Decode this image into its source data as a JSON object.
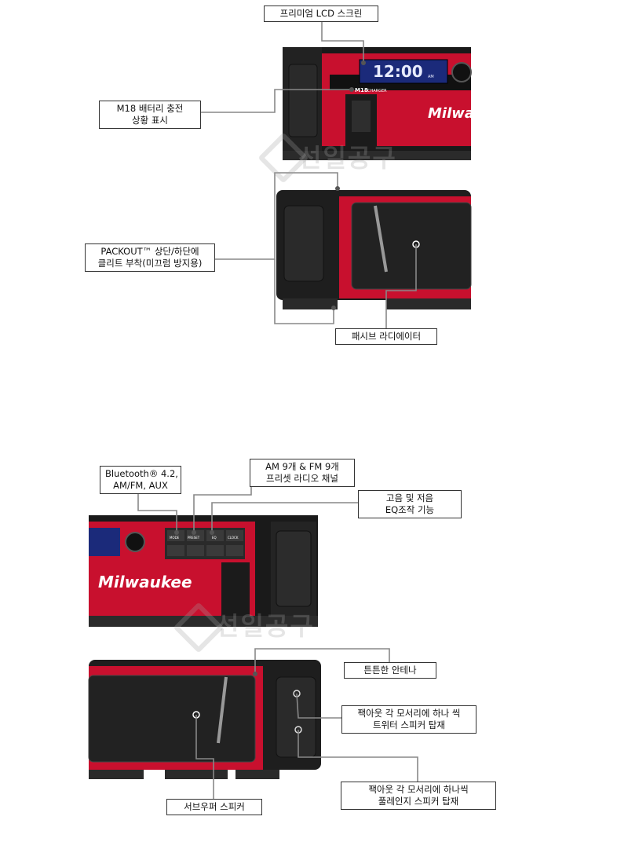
{
  "callouts": {
    "lcd": "프리미엄 LCD 스크린",
    "m18_line1": "M18 배터리 충전",
    "m18_line2": "상황 표시",
    "packout_line1": "PACKOUT™ 상단/하단에",
    "packout_line2": "클리트 부착(미끄럼 방지용)",
    "passive": "패시브 라디에이터",
    "bt_line1": "Bluetooth® 4.2,",
    "bt_line2": "AM/FM, AUX",
    "preset_line1": "AM 9개 & FM 9개",
    "preset_line2": "프리셋  라디오 채널",
    "eq_line1": "고음 및 저음",
    "eq_line2": "EQ조작 기능",
    "antenna": "튼튼한 안테나",
    "tweeter_line1": "팩아웃 각 모서리에 하나 씩",
    "tweeter_line2": "트위터 스피커 탑재",
    "fullrange_line1": "팩아웃 각 모서리에 하나씩",
    "fullrange_line2": "풀레인지 스피커 탑재",
    "subwoofer": "서브우퍼 스피커"
  },
  "device": {
    "clock": "12:00",
    "am": "AM",
    "charger_brand": "M18",
    "charger_label": "CHARGER",
    "brand": "Milwaukee",
    "btn_mode": "MODE",
    "btn_preset": "PRESET",
    "btn_eq": "EQ",
    "btn_clock": "CLOCK"
  },
  "watermark": {
    "text": "선일공구"
  },
  "colors": {
    "brand_red": "#c8102e",
    "body_black": "#1c1c1c",
    "lcd_blue": "#1b2a7a"
  }
}
